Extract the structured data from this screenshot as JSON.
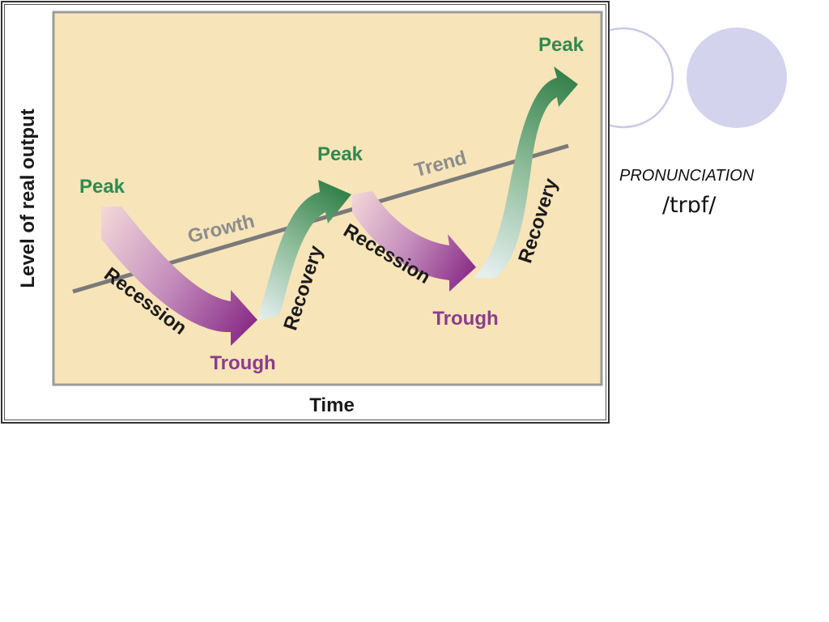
{
  "diagram": {
    "y_axis_label": "Level of real output",
    "x_axis_label": "Time",
    "trend_labels": {
      "growth": "Growth",
      "trend": "Trend"
    },
    "phase_labels": [
      {
        "id": "peak-1",
        "text": "Peak"
      },
      {
        "id": "recession-1",
        "text": "Recession"
      },
      {
        "id": "trough-1",
        "text": "Trough"
      },
      {
        "id": "recovery-1",
        "text": "Recovery"
      },
      {
        "id": "peak-2",
        "text": "Peak"
      },
      {
        "id": "recession-2",
        "text": "Recession"
      },
      {
        "id": "trough-2",
        "text": "Trough"
      },
      {
        "id": "recovery-2",
        "text": "Recovery"
      },
      {
        "id": "peak-3",
        "text": "Peak"
      }
    ],
    "colors": {
      "plot_background": "#f8e4b9",
      "plot_border": "#9b9b9b",
      "trend_line": "#7a7a7a",
      "peak_green": "#2f8a4e",
      "trough_purple": "#8b3d8c",
      "recession_arrow": "#8e2f8c",
      "recovery_arrow": "#2e7d45"
    }
  },
  "pronunciation": {
    "heading": "PRONUNCIATION",
    "ipa": "/trɒf/"
  },
  "decorations": {
    "circle_outline_color": "#c9c9e8",
    "circle_fill_color": "#d3d3ee"
  }
}
